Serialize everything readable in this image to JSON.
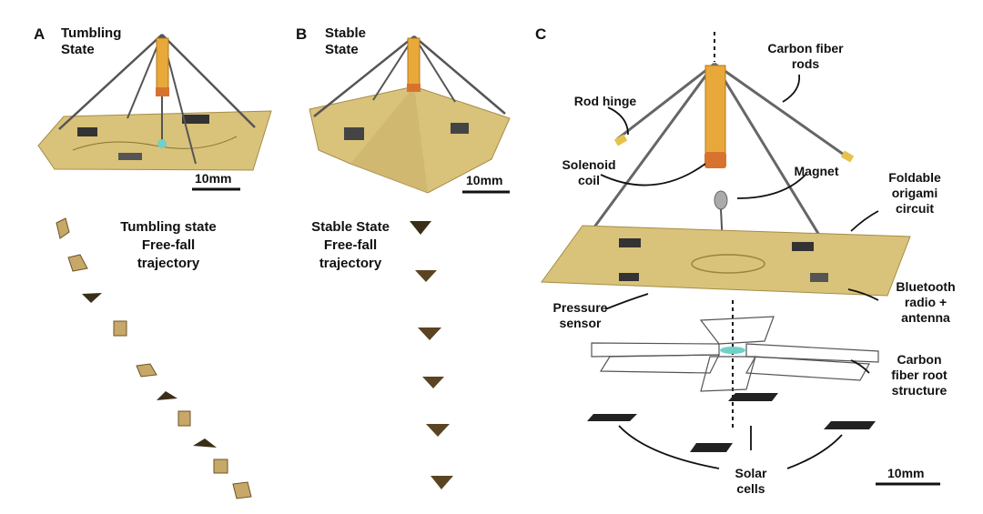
{
  "panel_a": {
    "letter": "A",
    "title_line1": "Tumbling",
    "title_line2": "State",
    "scale": "10mm",
    "box_title": [
      "Tumbling state",
      "Free-fall",
      "trajectory"
    ]
  },
  "panel_b": {
    "letter": "B",
    "title_line1": "Stable",
    "title_line2": "State",
    "scale": "10mm",
    "box_title": [
      "Stable State",
      "Free-fall",
      "trajectory"
    ]
  },
  "panel_c": {
    "letter": "C",
    "scale": "10mm",
    "labels": {
      "carbon_fiber_rods": [
        "Carbon fiber",
        "rods"
      ],
      "rod_hinge": "Rod hinge",
      "solenoid_coil": [
        "Solenoid",
        "coil"
      ],
      "magnet": "Magnet",
      "foldable_circuit": [
        "Foldable",
        "origami",
        "circuit"
      ],
      "pressure_sensor": [
        "Pressure",
        "sensor"
      ],
      "bluetooth": [
        "Bluetooth",
        "radio +",
        "antenna"
      ],
      "root_structure": [
        "Carbon",
        "fiber root",
        "structure"
      ],
      "solar_cells": [
        "Solar",
        "cells"
      ]
    }
  },
  "colors": {
    "circuit": "#d9c27a",
    "circuit_dark": "#b59a52",
    "tube": "#e8a93a",
    "coil": "#d8732f",
    "rod": "#555555"
  }
}
